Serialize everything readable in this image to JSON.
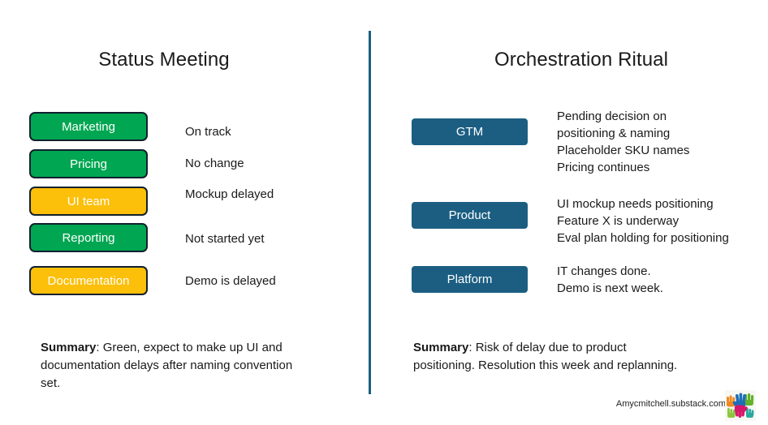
{
  "columns": {
    "left": {
      "title": "Status Meeting",
      "rows": [
        {
          "label": "Marketing",
          "color": "green",
          "note": "On track"
        },
        {
          "label": "Pricing",
          "color": "green",
          "note": "No change"
        },
        {
          "label": "UI team",
          "color": "amber",
          "note": "Mockup delayed"
        },
        {
          "label": "Reporting",
          "color": "green",
          "note": " Not started yet"
        },
        {
          "label": "Documentation",
          "color": "amber",
          "note": "Demo is delayed"
        }
      ],
      "summary_lead": "Summary",
      "summary_text": ": Green, expect to make up UI and documentation delays after naming convention set."
    },
    "right": {
      "title": "Orchestration Ritual",
      "rows": [
        {
          "label": "GTM",
          "note": "Pending decision on\npositioning & naming\nPlaceholder SKU names\nPricing continues"
        },
        {
          "label": "Product",
          "note": "UI mockup needs positioning\nFeature X is underway\nEval plan holding for positioning"
        },
        {
          "label": "Platform",
          "note": "IT changes done.\nDemo is next week."
        }
      ],
      "summary_lead": "Summary",
      "summary_text": ": Risk of delay due to product positioning. Resolution this week and replanning."
    }
  },
  "footer": {
    "url": "Amycmitchell.substack.com",
    "logo_name": "colorful-hands-logo"
  },
  "colors": {
    "green": "#00A651",
    "amber": "#FCBF0A",
    "blue": "#1B5E82",
    "box_border": "#11202E",
    "divider": "#1B5E82",
    "text": "#1a1a1a"
  }
}
